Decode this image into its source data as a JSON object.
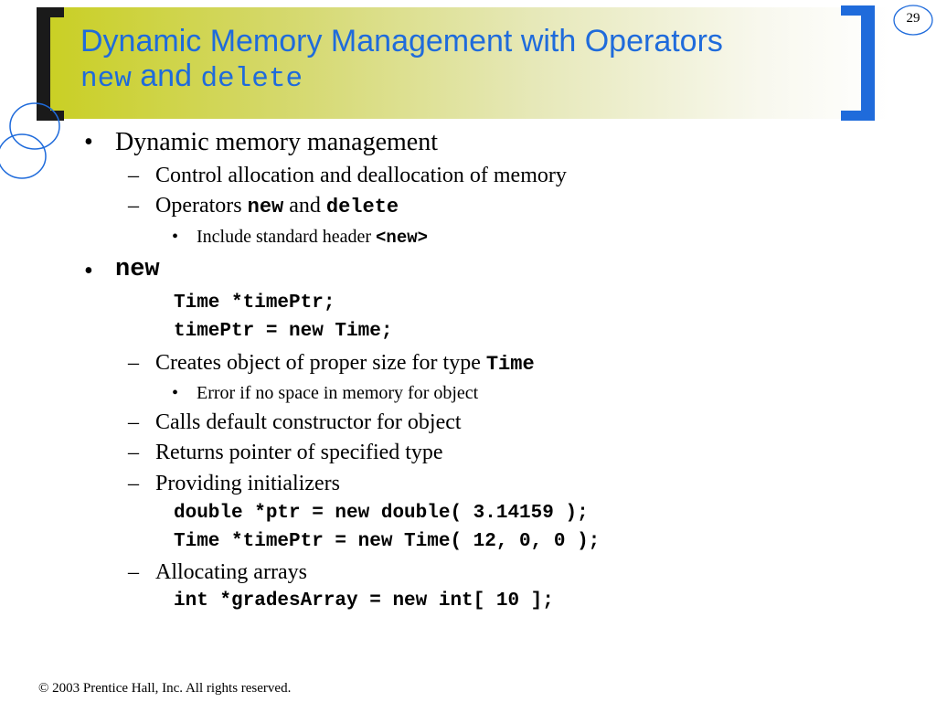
{
  "slide": {
    "number": "29",
    "title": {
      "line1": "Dynamic Memory Management with Operators",
      "kw_new": "new",
      "and": "and",
      "kw_delete": "delete"
    },
    "bullets": {
      "b1": "Dynamic memory management",
      "b1_1": "Control allocation and deallocation of memory",
      "b1_2_prefix": "Operators",
      "b1_2_new": "new",
      "b1_2_and": "and",
      "b1_2_delete": "delete",
      "b1_2_1_prefix": "Include standard header",
      "b1_2_1_code": "<new>",
      "b2": "new",
      "code1": "Time *timePtr;",
      "code2": "timePtr = new Time;",
      "b2_1_prefix": "Creates object of proper size for type",
      "b2_1_code": "Time",
      "b2_1_1": "Error if no space in memory for object",
      "b2_2": "Calls default constructor for object",
      "b2_3": "Returns pointer of specified type",
      "b2_4": "Providing initializers",
      "code3": "double *ptr = new double( 3.14159 );",
      "code4": "Time *timePtr = new Time( 12, 0, 0 );",
      "b2_5": "Allocating arrays",
      "code5": "int *gradesArray = new int[ 10 ];"
    },
    "markers": {
      "bullet": "•",
      "dash": "–"
    },
    "footer": "© 2003 Prentice Hall, Inc.  All rights reserved.",
    "colors": {
      "title": "#1f6bdb",
      "band_left": "#c9cf22",
      "right_bracket": "#1f6bdb",
      "left_bracket": "#1a1a1a"
    }
  }
}
